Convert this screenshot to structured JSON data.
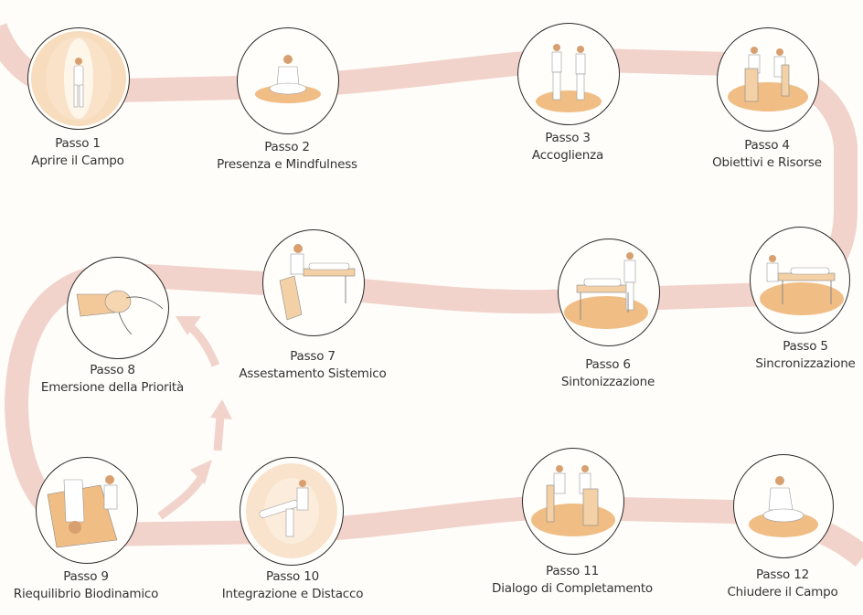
{
  "colors": {
    "path": "#f2d3cb",
    "background": "#fefdf9",
    "floor": "#f0bd85",
    "outline": "#2a2a2a",
    "text": "#333333"
  },
  "steps": [
    {
      "number": "Passo 1",
      "title": "Aprire il Campo",
      "icon": "standing-figure-energy-field-icon"
    },
    {
      "number": "Passo 2",
      "title": "Presenza e Mindfulness",
      "icon": "meditating-figure-icon"
    },
    {
      "number": "Passo 3",
      "title": "Accoglienza",
      "icon": "two-people-standing-icon"
    },
    {
      "number": "Passo 4",
      "title": "Obiettivi e Risorse",
      "icon": "two-people-seated-icon"
    },
    {
      "number": "Passo 5",
      "title": "Sincronizzazione",
      "icon": "practitioner-seated-at-table-icon"
    },
    {
      "number": "Passo 6",
      "title": "Sintonizzazione",
      "icon": "practitioner-standing-at-table-icon"
    },
    {
      "number": "Passo 7",
      "title": "Assestamento Sistemico",
      "icon": "practitioner-at-head-icon"
    },
    {
      "number": "Passo 8",
      "title": "Emersione della Priorità",
      "icon": "hands-holding-head-icon"
    },
    {
      "number": "Passo 9",
      "title": "Riequilibrio Biodinamico",
      "icon": "table-top-view-icon"
    },
    {
      "number": "Passo 10",
      "title": "Integrazione e Distacco",
      "icon": "seated-with-energy-field-icon"
    },
    {
      "number": "Passo 11",
      "title": "Dialogo di Completamento",
      "icon": "two-people-seated-talking-icon"
    },
    {
      "number": "Passo 12",
      "title": "Chiudere il Campo",
      "icon": "seated-cross-legged-icon"
    }
  ],
  "arrows": [
    "curved-arrow-up-right",
    "arrow-up",
    "curved-arrow-up-left"
  ]
}
